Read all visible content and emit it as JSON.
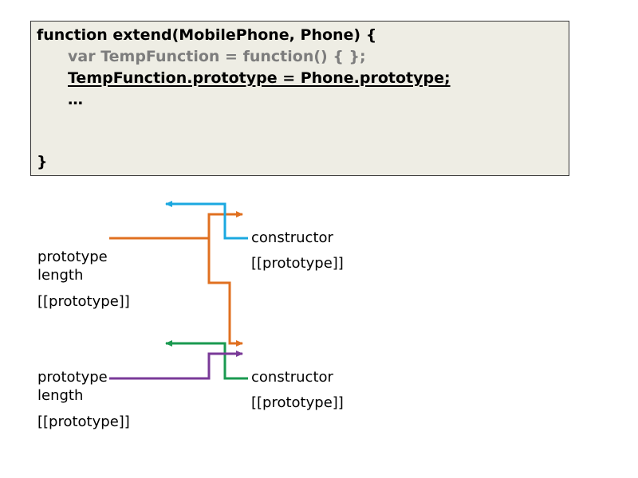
{
  "code": {
    "line1": "function extend(MobilePhone, Phone) {",
    "line2": "var TempFunction = function() { };",
    "line3": "TempFunction.prototype = Phone.prototype;",
    "line4": "…",
    "line5": "}"
  },
  "upper_left_object": {
    "prop1": "prototype",
    "prop2": "length",
    "prop3": "[[prototype]]"
  },
  "upper_right_object": {
    "prop1": "constructor",
    "prop2": "[[prototype]]"
  },
  "lower_left_object": {
    "prop1": "prototype",
    "prop2": "length",
    "prop3": "[[prototype]]"
  },
  "lower_right_object": {
    "prop1": "constructor",
    "prop2": "[[prototype]]"
  },
  "colors": {
    "orange": "#e07020",
    "blue": "#1ba8e0",
    "green": "#1a9a50",
    "purple": "#7a3a98",
    "code_bg": "#eeede4"
  }
}
